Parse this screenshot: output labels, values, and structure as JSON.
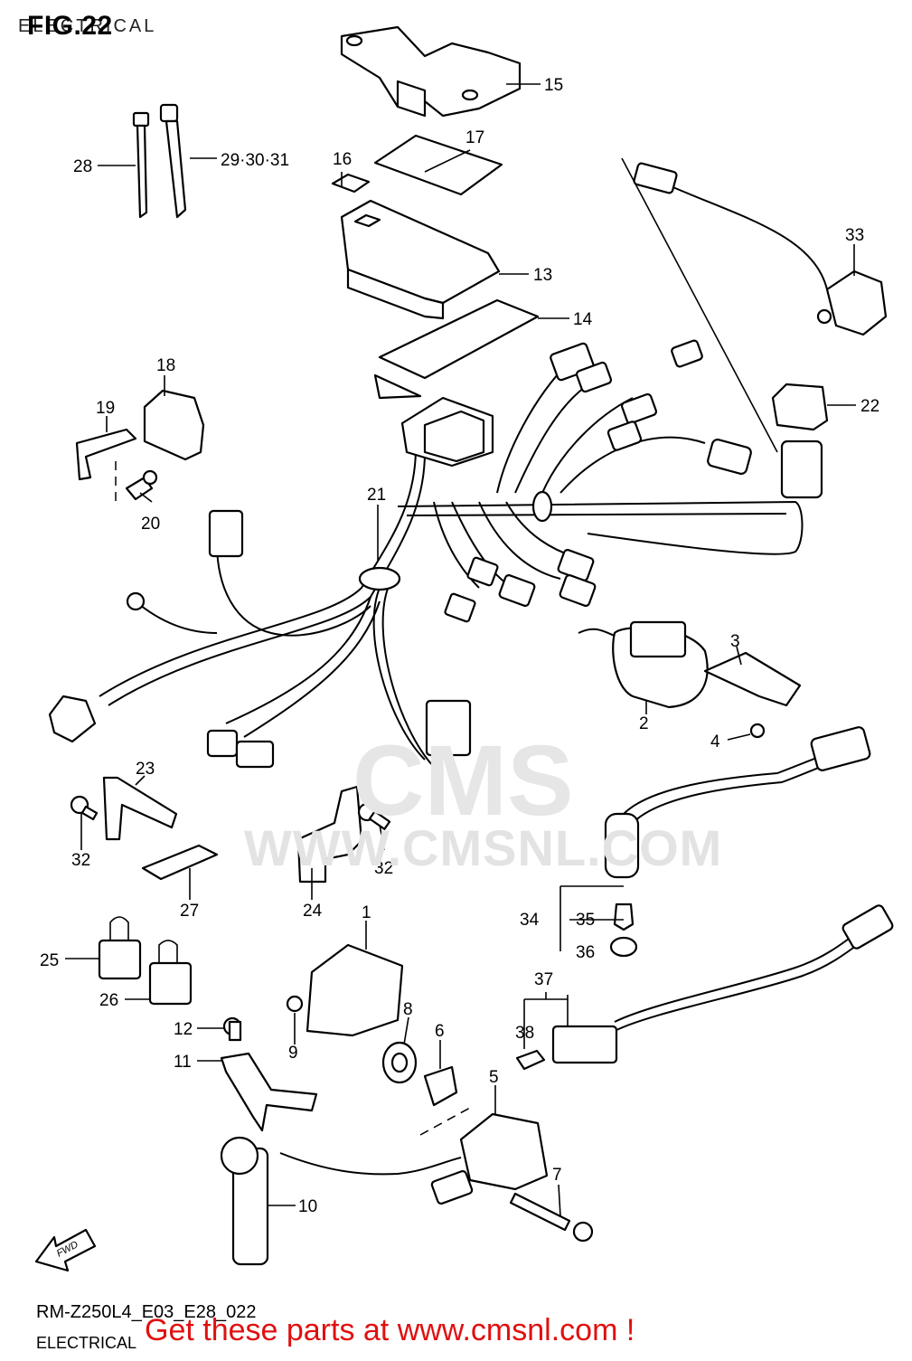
{
  "header": {
    "figure": "FIG.22",
    "caption": "ELECTRICAL"
  },
  "watermark": {
    "logo": "CMS",
    "url": "WWW.CMSNL.COM"
  },
  "callouts": [
    "1",
    "2",
    "3",
    "4",
    "5",
    "6",
    "7",
    "8",
    "9",
    "10",
    "11",
    "12",
    "13",
    "14",
    "15",
    "16",
    "17",
    "18",
    "19",
    "20",
    "21",
    "22",
    "23",
    "24",
    "25",
    "26",
    "27",
    "28",
    "29·30·31",
    "32",
    "32",
    "33",
    "34",
    "35",
    "36",
    "37",
    "38"
  ],
  "footer": {
    "model_code": "RM-Z250L4_E03_E28_022",
    "section": "ELECTRICAL",
    "promo": "Get these parts at www.cmsnl.com !"
  },
  "icons": {
    "fwd_arrow": "FWD"
  }
}
